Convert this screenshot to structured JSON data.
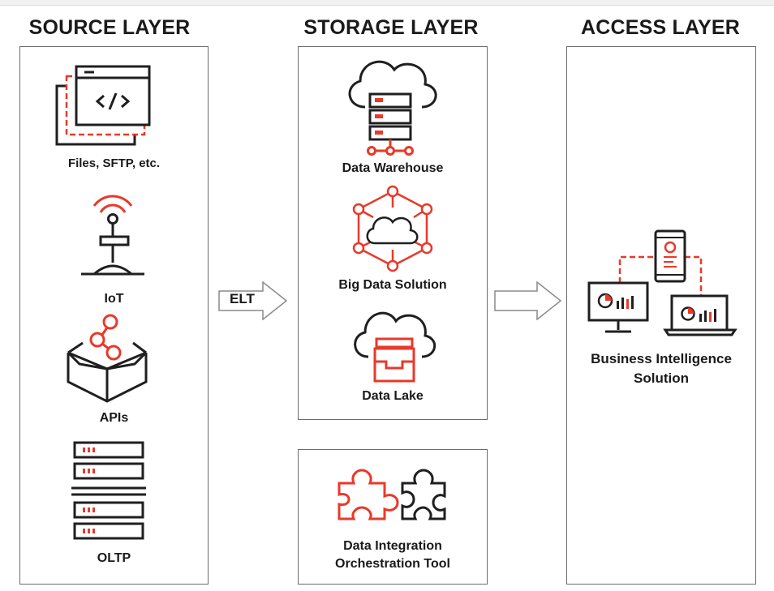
{
  "layers": {
    "source": {
      "title": "SOURCE LAYER",
      "items": [
        {
          "label": "Files, SFTP, etc."
        },
        {
          "label": "IoT"
        },
        {
          "label": "APIs"
        },
        {
          "label": "OLTP"
        }
      ]
    },
    "storage": {
      "title": "STORAGE LAYER",
      "items": [
        {
          "label": "Data Warehouse"
        },
        {
          "label": "Big Data Solution"
        },
        {
          "label": "Data Lake"
        }
      ],
      "tool": {
        "line1": "Data Integration",
        "line2": "Orchestration Tool"
      }
    },
    "access": {
      "title": "ACCESS LAYER",
      "item": {
        "line1": "Business Intelligence",
        "line2": "Solution"
      }
    }
  },
  "arrows": {
    "elt_label": "ELT"
  },
  "colors": {
    "accent": "#e8392a",
    "line": "#1f1f1f",
    "border": "#6b6b6b",
    "arrow": "#8a8a8a"
  }
}
